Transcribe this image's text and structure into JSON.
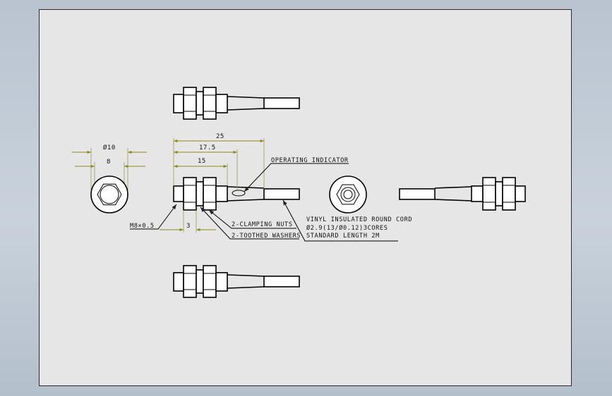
{
  "drawing": {
    "dimensions": {
      "overall_length": "25",
      "thread_length": "17.5",
      "body_length": "15",
      "hex_across_corners": "Ø10",
      "hex_across_flats": "8",
      "nut_width": "3"
    },
    "labels": {
      "thread": "M8×0.5",
      "operating_indicator": "OPERATING INDICATOR",
      "clamping_nuts": "2-CLAMPING NUTS",
      "toothed_washers": "2-TOOTHED WASHERS",
      "cord_line1": "VINYL INSULATED ROUND CORD",
      "cord_line2": "Ø2.9(13/Ø0.12)3CORES",
      "cord_line3": "STANDARD LENGTH 2M"
    }
  }
}
